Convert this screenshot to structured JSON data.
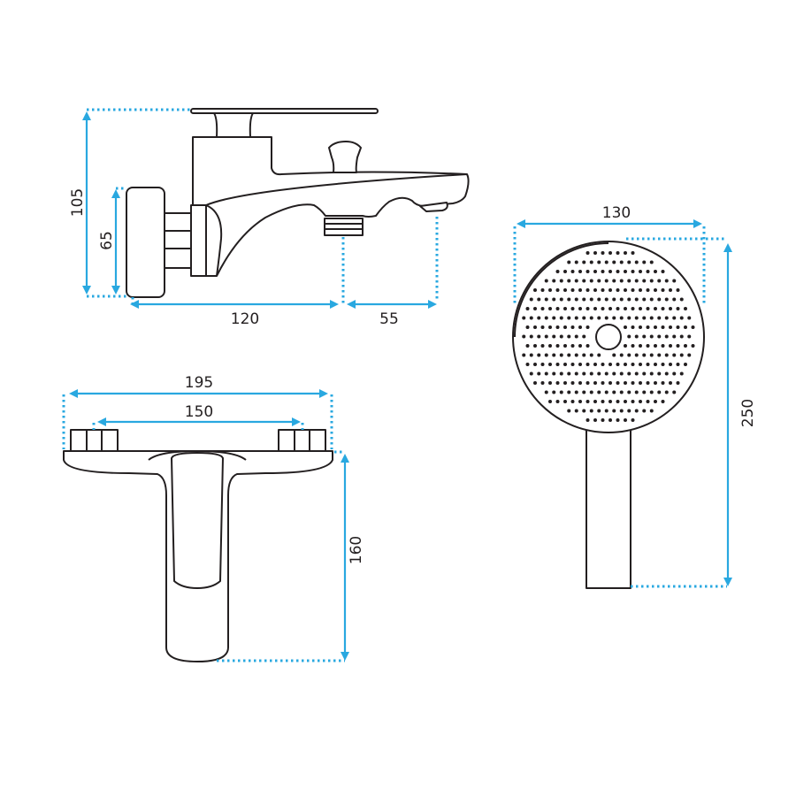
{
  "dimensions": {
    "side_height": "105",
    "wall_flange_height": "65",
    "spout_reach": "120",
    "outlet_spacing": "55",
    "total_width": "195",
    "inlet_spacing": "150",
    "front_depth": "160",
    "shower_head_diameter": "130",
    "shower_length": "250"
  },
  "colors": {
    "dimension": "#29a8e0",
    "outline": "#231f20"
  }
}
